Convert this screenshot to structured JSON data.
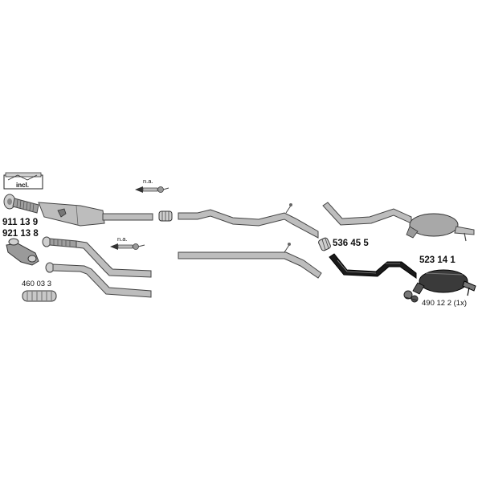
{
  "parts": {
    "part_911": "911 13 9",
    "part_921": "921 13 8",
    "part_460": "460 03 3",
    "part_536": "536 45 5",
    "part_523": "523 14 1",
    "part_490": "490 12 2 (1x)"
  },
  "notes": {
    "incl": "incl.",
    "na_top": "n.a.",
    "na_mid": "n.a."
  },
  "colors": {
    "pipe_fill": "#bdbdbd",
    "pipe_stroke": "#4a4a4a",
    "muffler_dark": "#1a1a1a",
    "background": "#ffffff"
  }
}
